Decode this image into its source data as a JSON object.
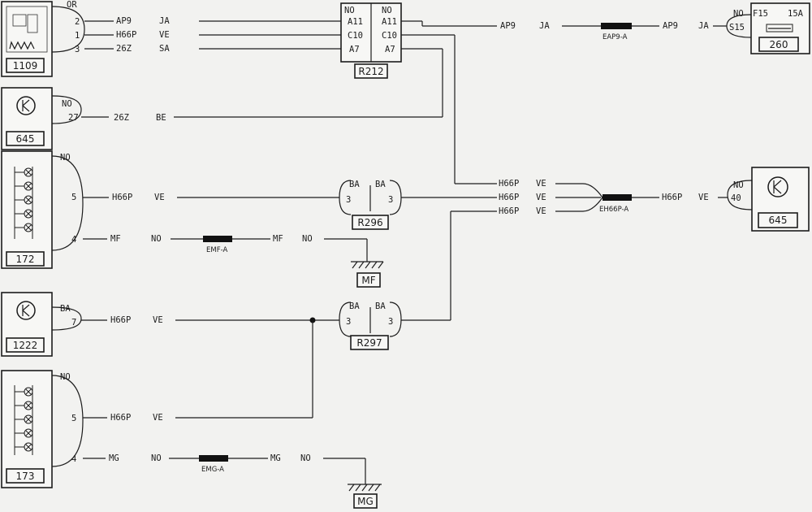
{
  "components": {
    "c1109": {
      "id": "1109",
      "pins": [
        "2",
        "1",
        "3"
      ],
      "common": "OR"
    },
    "c645a": {
      "id": "645",
      "pin": "27",
      "common": "NO"
    },
    "c172": {
      "id": "172",
      "pins": [
        "5",
        "4"
      ],
      "common": "NO"
    },
    "c1222": {
      "id": "1222",
      "pin": "7",
      "common": "BA"
    },
    "c173": {
      "id": "173",
      "pins": [
        "5",
        "4"
      ],
      "common": "NO"
    },
    "r212": {
      "id": "R212",
      "color_left": "NO",
      "color_right": "NO",
      "pins": [
        "A11",
        "C10",
        "A7"
      ]
    },
    "r296": {
      "id": "R296",
      "color": "BA",
      "pin": "3"
    },
    "r297": {
      "id": "R297",
      "color": "BA",
      "pin": "3"
    },
    "c260": {
      "id": "260",
      "color": "NO",
      "fuse": "F15",
      "rating": "15A",
      "pin": "S15"
    },
    "c645b": {
      "id": "645",
      "color": "NO",
      "pin": "40"
    },
    "mf": {
      "id": "MF"
    },
    "mg": {
      "id": "MG"
    }
  },
  "wires": {
    "w1109_2": {
      "code": "AP9",
      "color": "JA"
    },
    "w1109_1": {
      "code": "H66P",
      "color": "VE"
    },
    "w1109_3": {
      "code": "26Z",
      "color": "SA"
    },
    "w645_27": {
      "code": "26Z",
      "color": "BE"
    },
    "w_ap9": {
      "code": "AP9",
      "color": "JA"
    },
    "w_ap9b": {
      "code": "AP9",
      "color": "JA"
    },
    "w172_5": {
      "code": "H66P",
      "color": "VE"
    },
    "w172_4a": {
      "code": "MF",
      "color": "NO"
    },
    "w172_4b": {
      "code": "MF",
      "color": "NO"
    },
    "w_h1": {
      "code": "H66P",
      "color": "VE"
    },
    "w_h2": {
      "code": "H66P",
      "color": "VE"
    },
    "w_h3": {
      "code": "H66P",
      "color": "VE"
    },
    "w_h4": {
      "code": "H66P",
      "color": "VE"
    },
    "w1222_7": {
      "code": "H66P",
      "color": "VE"
    },
    "w173_5": {
      "code": "H66P",
      "color": "VE"
    },
    "w173_4a": {
      "code": "MG",
      "color": "NO"
    },
    "w173_4b": {
      "code": "MG",
      "color": "NO"
    }
  },
  "splices": {
    "eap9": "EAP9-A",
    "emf": "EMF-A",
    "eh66p": "EH66P-A",
    "emg": "EMG-A"
  }
}
